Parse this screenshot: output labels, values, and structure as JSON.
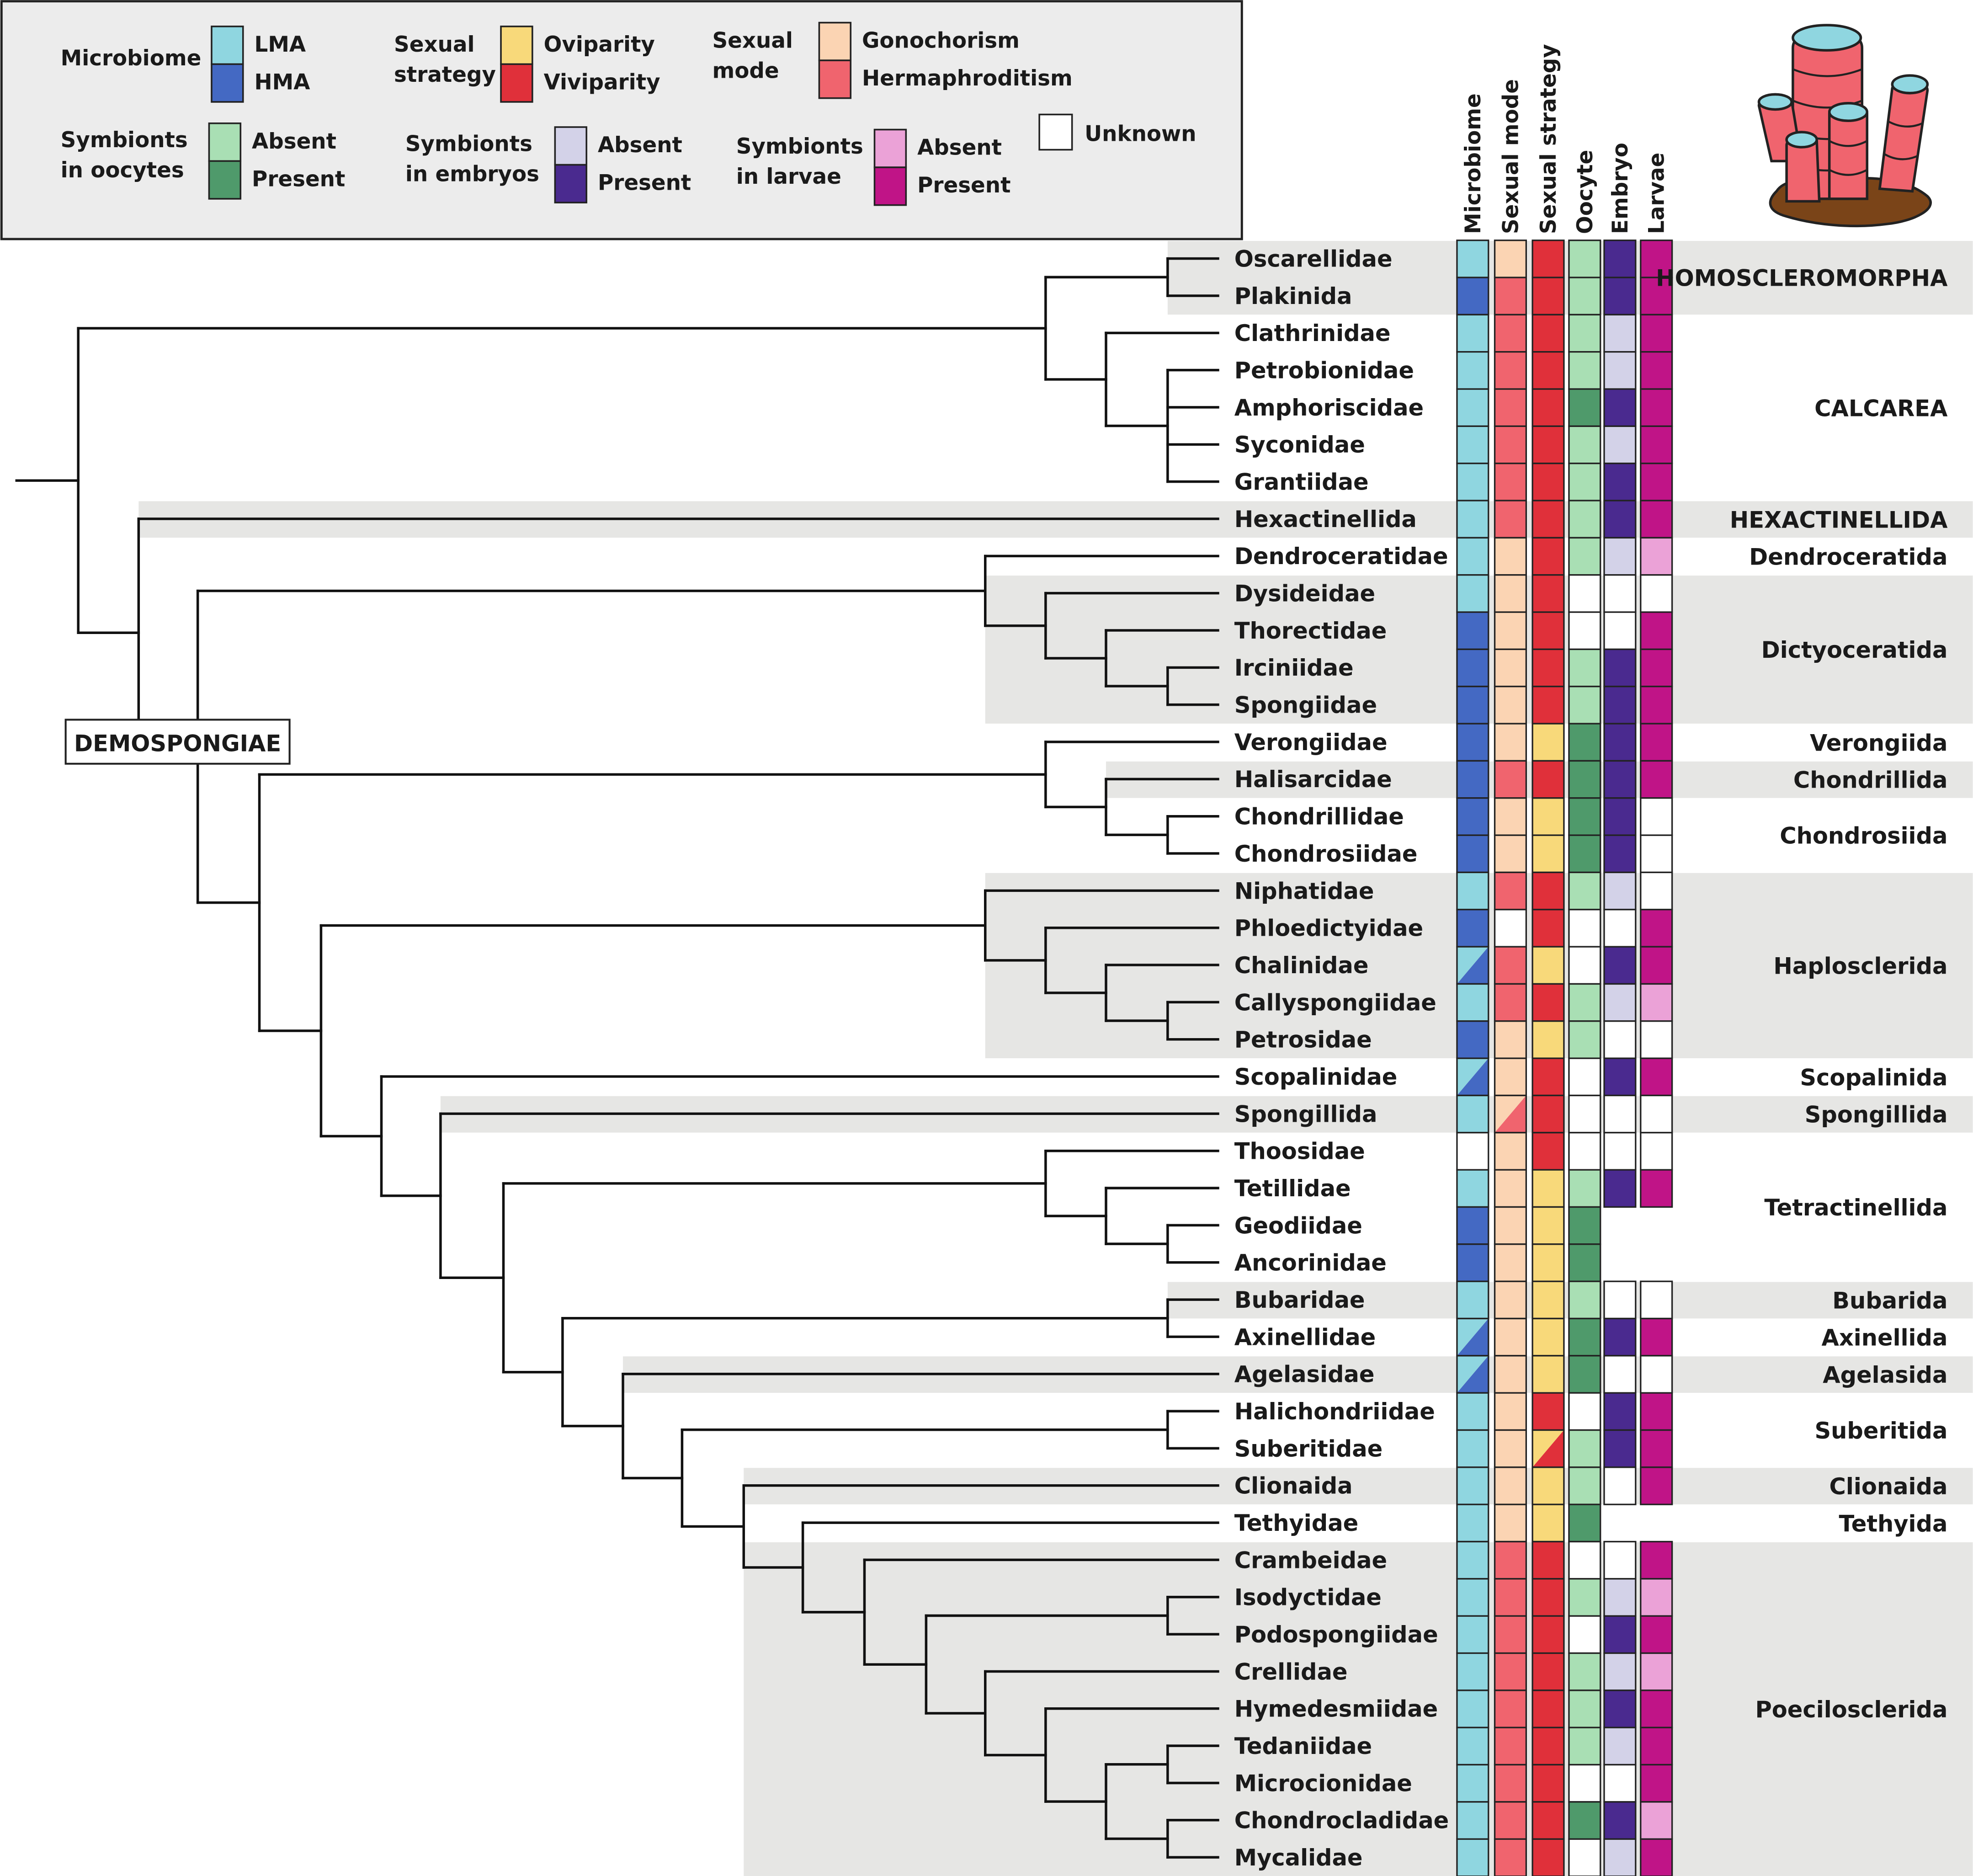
{
  "legend": {
    "unknown_label": "Unknown",
    "groups": [
      {
        "title": [
          "Microbiome"
        ],
        "items": [
          {
            "label": "LMA",
            "color": "#8fd6e0"
          },
          {
            "label": "HMA",
            "color": "#4469c3"
          }
        ]
      },
      {
        "title": [
          "Sexual",
          "strategy"
        ],
        "items": [
          {
            "label": "Oviparity",
            "color": "#f8d97a"
          },
          {
            "label": "Viviparity",
            "color": "#e0303a"
          }
        ]
      },
      {
        "title": [
          "Sexual",
          "mode"
        ],
        "items": [
          {
            "label": "Gonochorism",
            "color": "#fbd4b3"
          },
          {
            "label": "Hermaphroditism",
            "color": "#f0646e"
          }
        ]
      },
      {
        "title": [
          "Symbionts",
          "in oocytes"
        ],
        "items": [
          {
            "label": "Absent",
            "color": "#a9dfb4"
          },
          {
            "label": "Present",
            "color": "#4f9a6b"
          }
        ]
      },
      {
        "title": [
          "Symbionts",
          "in embryos"
        ],
        "items": [
          {
            "label": "Absent",
            "color": "#d3d2e8"
          },
          {
            "label": "Present",
            "color": "#4a2a8f"
          }
        ]
      },
      {
        "title": [
          "Symbionts",
          "in larvae"
        ],
        "items": [
          {
            "label": "Absent",
            "color": "#eba2d7"
          },
          {
            "label": "Present",
            "color": "#c01487"
          }
        ]
      }
    ]
  },
  "column_headers": [
    "Microbiome",
    "Sexual mode",
    "Sexual strategy",
    "Oocyte",
    "Embryo",
    "Larvae"
  ],
  "root_label": "DEMOSPONGIAE",
  "colors": {
    "LMA": "#8fd6e0",
    "HMA": "#4469c3",
    "G": "#fbd4b3",
    "H": "#f0646e",
    "O": "#f8d97a",
    "V": "#e0303a",
    "OcA": "#a9dfb4",
    "OcP": "#4f9a6b",
    "EmA": "#d3d2e8",
    "EmP": "#4a2a8f",
    "LaA": "#eba2d7",
    "LaP": "#c01487",
    "U": "#ffffff",
    "shade": "#e6e6e4"
  },
  "families": [
    {
      "name": "Oscarellidae",
      "traits": [
        "LMA",
        "G",
        "V",
        "OcA",
        "EmP",
        "LaP"
      ]
    },
    {
      "name": "Plakinida",
      "traits": [
        "HMA",
        "H",
        "V",
        "OcA",
        "EmP",
        "LaP"
      ]
    },
    {
      "name": "Clathrinidae",
      "traits": [
        "LMA",
        "H",
        "V",
        "OcA",
        "EmA",
        "LaP"
      ]
    },
    {
      "name": "Petrobionidae",
      "traits": [
        "LMA",
        "H",
        "V",
        "OcA",
        "EmA",
        "LaP"
      ]
    },
    {
      "name": "Amphoriscidae",
      "traits": [
        "LMA",
        "H",
        "V",
        "OcP",
        "EmP",
        "LaP"
      ]
    },
    {
      "name": "Syconidae",
      "traits": [
        "LMA",
        "H",
        "V",
        "OcA",
        "EmA",
        "LaP"
      ]
    },
    {
      "name": "Grantiidae",
      "traits": [
        "LMA",
        "H",
        "V",
        "OcA",
        "EmP",
        "LaP"
      ]
    },
    {
      "name": "Hexactinellida",
      "traits": [
        "LMA",
        "H",
        "V",
        "OcA",
        "EmP",
        "LaP"
      ]
    },
    {
      "name": "Dendroceratidae",
      "traits": [
        "LMA",
        "G",
        "V",
        "OcA",
        "EmA",
        "LaA"
      ]
    },
    {
      "name": "Dysideidae",
      "traits": [
        "LMA",
        "G",
        "V",
        "U",
        "U",
        "U"
      ]
    },
    {
      "name": "Thorectidae",
      "traits": [
        "HMA",
        "G",
        "V",
        "U",
        "U",
        "LaP"
      ]
    },
    {
      "name": "Irciniidae",
      "traits": [
        "HMA",
        "G",
        "V",
        "OcA",
        "EmP",
        "LaP"
      ]
    },
    {
      "name": "Spongiidae",
      "traits": [
        "HMA",
        "G",
        "V",
        "OcA",
        "EmP",
        "LaP"
      ]
    },
    {
      "name": "Verongiidae",
      "traits": [
        "HMA",
        "G",
        "O",
        "OcP",
        "EmP",
        "LaP"
      ]
    },
    {
      "name": "Halisarcidae",
      "traits": [
        "HMA",
        "H",
        "V",
        "OcP",
        "EmP",
        "LaP"
      ]
    },
    {
      "name": "Chondrillidae",
      "traits": [
        "HMA",
        "G",
        "O",
        "OcP",
        "EmP",
        "U"
      ]
    },
    {
      "name": "Chondrosiidae",
      "traits": [
        "HMA",
        "G",
        "O",
        "OcP",
        "EmP",
        "U"
      ]
    },
    {
      "name": "Niphatidae",
      "traits": [
        "LMA",
        "H",
        "V",
        "OcA",
        "EmA",
        "U"
      ]
    },
    {
      "name": "Phloedictyidae",
      "traits": [
        "HMA",
        "U",
        "V",
        "U",
        "U",
        "LaP"
      ]
    },
    {
      "name": "Chalinidae",
      "traits": [
        "HMA/LMA",
        "H",
        "O",
        "U",
        "EmP",
        "LaP"
      ]
    },
    {
      "name": "Callyspongiidae",
      "traits": [
        "LMA",
        "H",
        "V",
        "OcA",
        "EmA",
        "LaA"
      ]
    },
    {
      "name": "Petrosidae",
      "traits": [
        "HMA",
        "G",
        "O",
        "OcA",
        "U",
        "U"
      ]
    },
    {
      "name": "Scopalinidae",
      "traits": [
        "HMA/LMA",
        "G",
        "V",
        "U",
        "EmP",
        "LaP"
      ]
    },
    {
      "name": "Spongillida",
      "traits": [
        "LMA",
        "H/G",
        "V",
        "U",
        "U",
        "U"
      ]
    },
    {
      "name": "Thoosidae",
      "traits": [
        "U",
        "G",
        "V",
        "U",
        "U",
        "U"
      ]
    },
    {
      "name": "Tetillidae",
      "traits": [
        "LMA",
        "G",
        "O",
        "OcA",
        "EmP",
        "LaP"
      ]
    },
    {
      "name": "Geodiidae",
      "traits": [
        "HMA",
        "G",
        "O",
        "OcP",
        null,
        null
      ]
    },
    {
      "name": "Ancorinidae",
      "traits": [
        "HMA",
        "G",
        "O",
        "OcP",
        null,
        null
      ]
    },
    {
      "name": "Bubaridae",
      "traits": [
        "LMA",
        "G",
        "O",
        "OcA",
        "U",
        "U"
      ]
    },
    {
      "name": "Axinellidae",
      "traits": [
        "HMA/LMA",
        "G",
        "O",
        "OcP",
        "EmP",
        "LaP"
      ]
    },
    {
      "name": "Agelasidae",
      "traits": [
        "HMA/LMA",
        "G",
        "O",
        "OcP",
        "U",
        "U"
      ]
    },
    {
      "name": "Halichondriidae",
      "traits": [
        "LMA",
        "G",
        "V",
        "U",
        "EmP",
        "LaP"
      ]
    },
    {
      "name": "Suberitidae",
      "traits": [
        "LMA",
        "G",
        "V/O",
        "OcA",
        "EmP",
        "LaP"
      ]
    },
    {
      "name": "Clionaida",
      "traits": [
        "LMA",
        "G",
        "O",
        "OcA",
        "U",
        "LaP"
      ]
    },
    {
      "name": "Tethyidae",
      "traits": [
        "LMA",
        "G",
        "O",
        "OcP",
        null,
        null
      ]
    },
    {
      "name": "Crambeidae",
      "traits": [
        "LMA",
        "H",
        "V",
        "U",
        "U",
        "LaP"
      ]
    },
    {
      "name": "Isodyctidae",
      "traits": [
        "LMA",
        "H",
        "V",
        "OcA",
        "EmA",
        "LaA"
      ]
    },
    {
      "name": "Podospongiidae",
      "traits": [
        "LMA",
        "H",
        "V",
        "U",
        "EmP",
        "LaP"
      ]
    },
    {
      "name": "Crellidae",
      "traits": [
        "LMA",
        "H",
        "V",
        "OcA",
        "EmA",
        "LaA"
      ]
    },
    {
      "name": "Hymedesmiidae",
      "traits": [
        "LMA",
        "H",
        "V",
        "OcA",
        "EmP",
        "LaP"
      ]
    },
    {
      "name": "Tedaniidae",
      "traits": [
        "LMA",
        "H",
        "V",
        "OcA",
        "EmA",
        "LaP"
      ]
    },
    {
      "name": "Microcionidae",
      "traits": [
        "LMA",
        "H",
        "V",
        "U",
        "U",
        "LaP"
      ]
    },
    {
      "name": "Chondrocladidae",
      "traits": [
        "LMA",
        "H",
        "V",
        "OcP",
        "EmP",
        "LaA"
      ]
    },
    {
      "name": "Mycalidae",
      "traits": [
        "LMA",
        "H",
        "V",
        "U",
        "EmA",
        "LaP"
      ]
    }
  ],
  "clades": [
    {
      "name": "HOMOSCLEROMORPHA",
      "rows": [
        0,
        1
      ],
      "shaded": true
    },
    {
      "name": "CALCAREA",
      "rows": [
        2,
        6
      ],
      "shaded": false
    },
    {
      "name": "HEXACTINELLIDA",
      "rows": [
        7,
        7
      ],
      "shaded": true
    },
    {
      "name": "Dendroceratida",
      "rows": [
        8,
        8
      ],
      "shaded": false
    },
    {
      "name": "Dictyoceratida",
      "rows": [
        9,
        12
      ],
      "shaded": true
    },
    {
      "name": "Verongiida",
      "rows": [
        13,
        13
      ],
      "shaded": false
    },
    {
      "name": "Chondrillida",
      "rows": [
        14,
        14
      ],
      "shaded": true
    },
    {
      "name": "Chondrosiida",
      "rows": [
        15,
        16
      ],
      "shaded": false
    },
    {
      "name": "Haplosclerida",
      "rows": [
        17,
        21
      ],
      "shaded": true
    },
    {
      "name": "Scopalinida",
      "rows": [
        22,
        22
      ],
      "shaded": false
    },
    {
      "name": "Spongillida",
      "rows": [
        23,
        23
      ],
      "shaded": true
    },
    {
      "name": "Tetractinellida",
      "rows": [
        24,
        27
      ],
      "shaded": false
    },
    {
      "name": "Bubarida",
      "rows": [
        28,
        28
      ],
      "shaded": true
    },
    {
      "name": "Axinellida",
      "rows": [
        29,
        29
      ],
      "shaded": false
    },
    {
      "name": "Agelasida",
      "rows": [
        30,
        30
      ],
      "shaded": true
    },
    {
      "name": "Suberitida",
      "rows": [
        31,
        32
      ],
      "shaded": false
    },
    {
      "name": "Clionaida",
      "rows": [
        33,
        33
      ],
      "shaded": true
    },
    {
      "name": "Tethyida",
      "rows": [
        34,
        34
      ],
      "shaded": false
    },
    {
      "name": "Poecilosclerida",
      "rows": [
        35,
        43
      ],
      "shaded": true
    }
  ]
}
